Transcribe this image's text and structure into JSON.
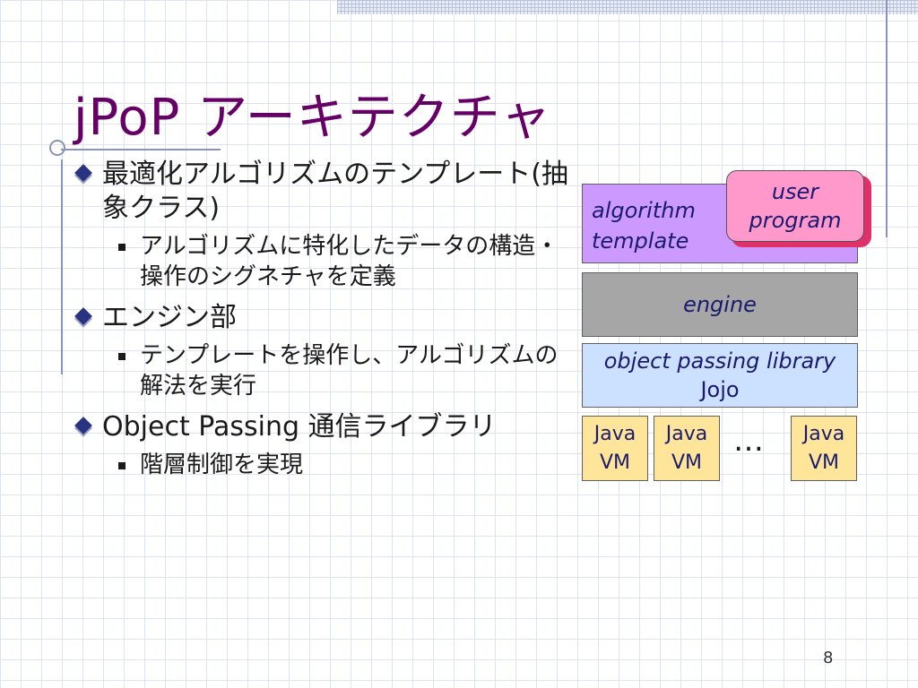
{
  "slide": {
    "title": "jPoP アーキテクチャ",
    "page_number": "8"
  },
  "bullets": [
    {
      "text": "最適化アルゴリズムのテンプレート(抽象クラス)",
      "sub": [
        "アルゴリズムに特化したデータの構造・操作のシグネチャを定義"
      ]
    },
    {
      "text": "エンジン部",
      "sub": [
        "テンプレートを操作し、アルゴリズムの解法を実行"
      ]
    },
    {
      "text": "Object Passing 通信ライブラリ",
      "sub": [
        "階層制御を実現"
      ]
    }
  ],
  "diagram": {
    "algorithm_template": "algorithm\ntemplate",
    "user_program": "user\nprogram",
    "engine": "engine",
    "object_passing_library": "object passing library",
    "jojo": "Jojo",
    "jvm_line1": "Java",
    "jvm_line2": "VM",
    "ellipsis": "…",
    "colors": {
      "algorithm_template": "#cc99ff",
      "user_program": "#ff99cc",
      "engine": "#a6a6a6",
      "library": "#cce0ff",
      "jvm": "#ffe599",
      "title": "#660066"
    }
  }
}
